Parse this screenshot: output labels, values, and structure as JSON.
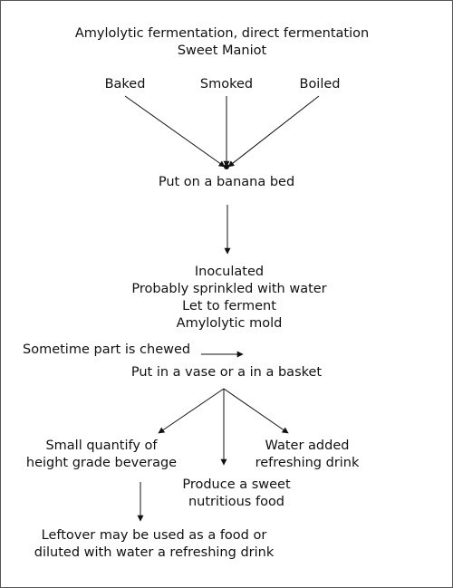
{
  "header": {
    "line1": "Amylolytic fermentation, direct fermentation",
    "line2": "Sweet Maniot"
  },
  "methods": [
    "Baked",
    "Smoked",
    "Boiled"
  ],
  "step1": "Put on a banana bed",
  "step2": {
    "line1": "Inoculated",
    "line2": "Probably sprinkled with water",
    "line3": "Let to ferment",
    "line4": "Amylolytic mold"
  },
  "side_note": "Sometime part is chewed",
  "step3": "Put in a vase or a in a basket",
  "outcomes": {
    "left": {
      "line1": "Small quantify of",
      "line2": "height grade beverage"
    },
    "middle": {
      "line1": "Produce a sweet",
      "line2": "nutritious food"
    },
    "right": {
      "line1": "Water added",
      "line2": "refreshing drink"
    }
  },
  "leftover": {
    "line1": "Leftover may be used as a food or",
    "line2": "diluted with water a refreshing drink"
  }
}
